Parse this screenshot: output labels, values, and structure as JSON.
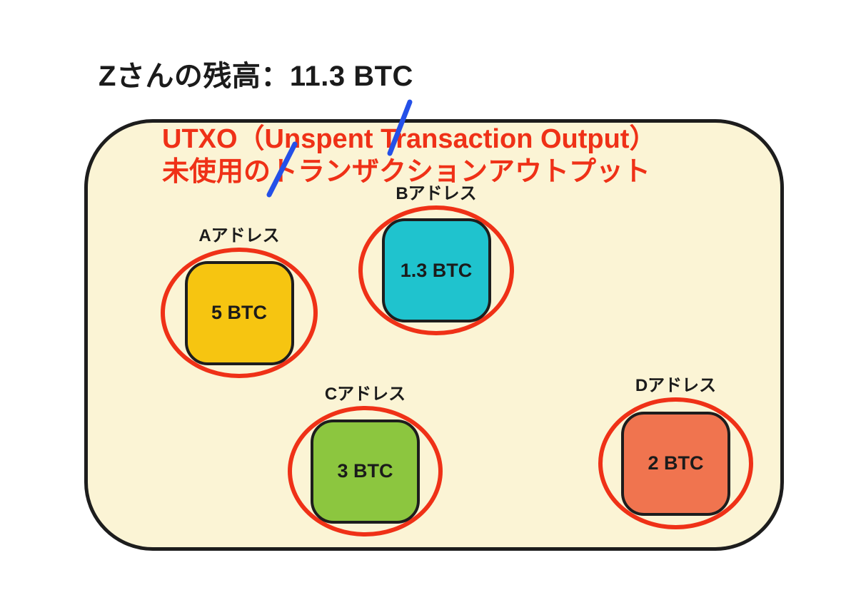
{
  "page": {
    "title": "Zさんの残高：11.3 BTC"
  },
  "wallet": {
    "heading_line1": "UTXO（Unspent Transaction Output）",
    "heading_line2": "未使用のトランザクションアウトプット"
  },
  "utxos": [
    {
      "id": "A",
      "label": "Aアドレス",
      "amount": "5 BTC",
      "fill": "#f6c511"
    },
    {
      "id": "B",
      "label": "Bアドレス",
      "amount": "1.3 BTC",
      "fill": "#1fc3ce"
    },
    {
      "id": "C",
      "label": "Cアドレス",
      "amount": "3 BTC",
      "fill": "#8cc63f"
    },
    {
      "id": "D",
      "label": "Dアドレス",
      "amount": "2 BTC",
      "fill": "#f0744f"
    }
  ],
  "colors": {
    "canvas_background": "#ffffff",
    "container_fill": "#fbf4d5",
    "container_border": "#1d1d1d",
    "heading_red": "#ef3117",
    "highlight_circle_red": "#ef3117",
    "annotation_blue": "#2450e8",
    "text_black": "#1b1b1b"
  }
}
